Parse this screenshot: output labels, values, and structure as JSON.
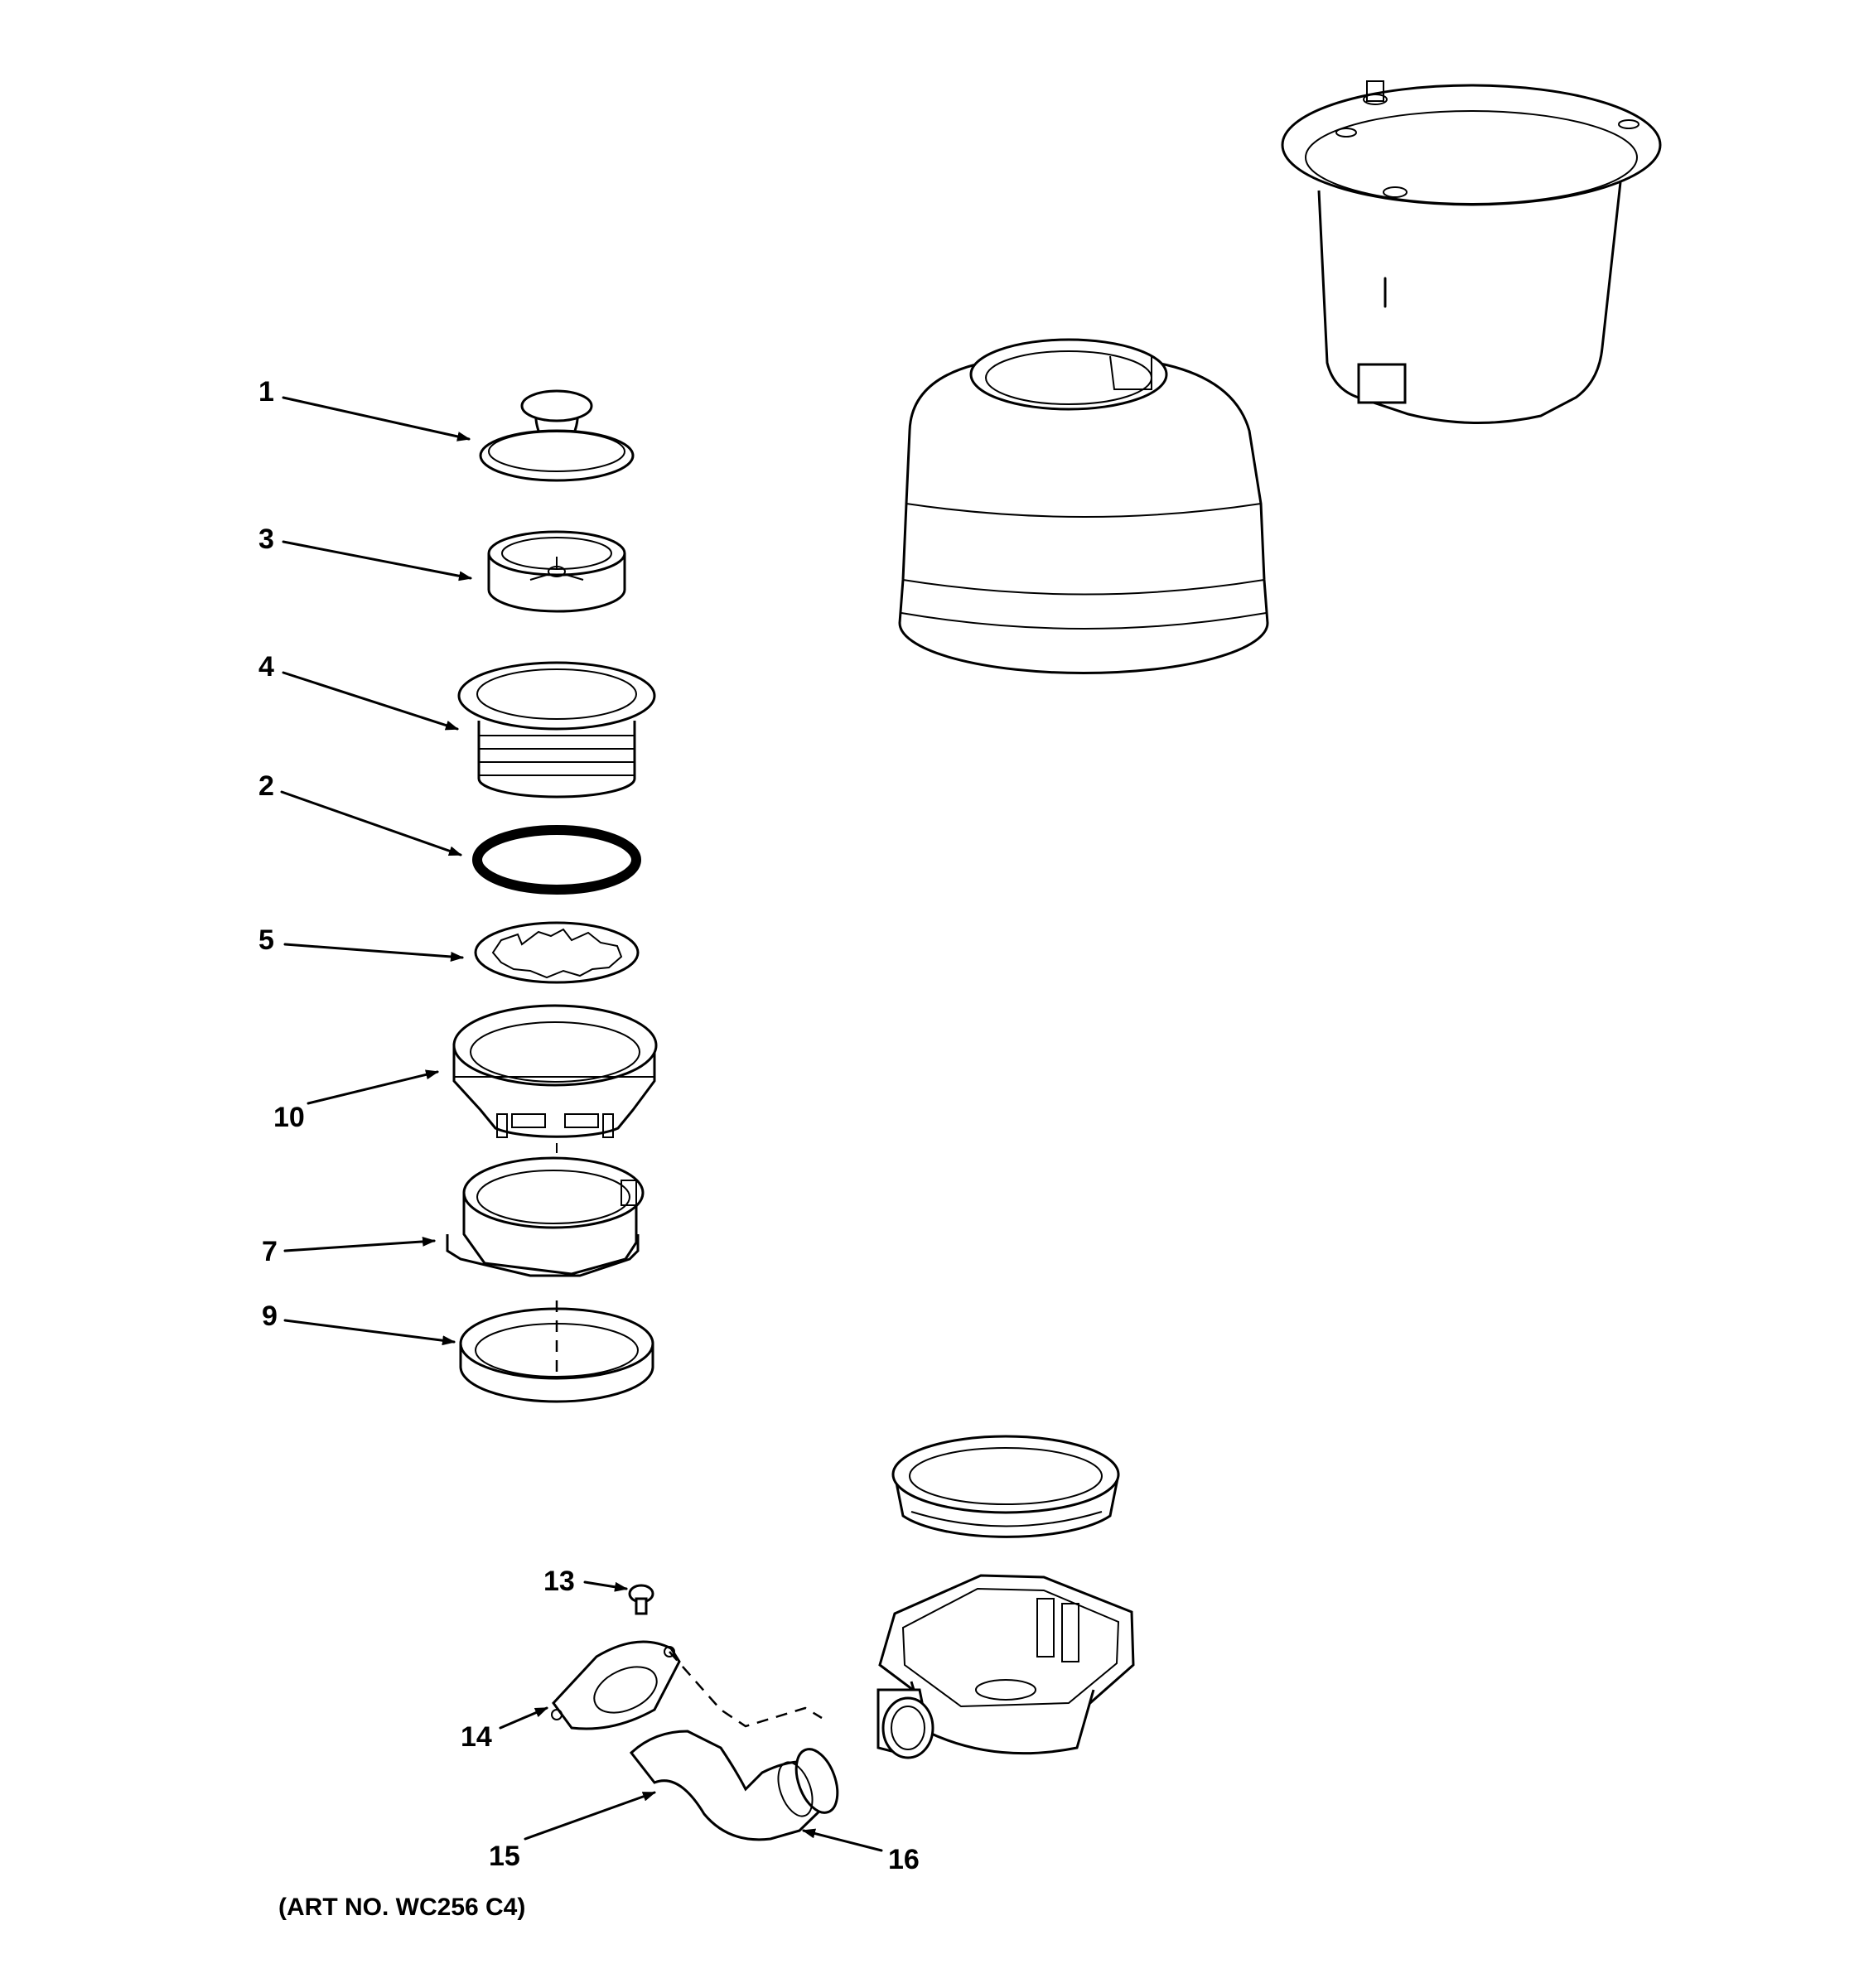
{
  "diagram": {
    "art_number": "(ART NO. WC256 C4)",
    "callouts": [
      {
        "id": "1",
        "label": "1"
      },
      {
        "id": "3",
        "label": "3"
      },
      {
        "id": "4",
        "label": "4"
      },
      {
        "id": "2",
        "label": "2"
      },
      {
        "id": "5",
        "label": "5"
      },
      {
        "id": "10",
        "label": "10"
      },
      {
        "id": "7",
        "label": "7"
      },
      {
        "id": "9",
        "label": "9"
      },
      {
        "id": "13",
        "label": "13"
      },
      {
        "id": "14",
        "label": "14"
      },
      {
        "id": "15",
        "label": "15"
      },
      {
        "id": "16",
        "label": "16"
      }
    ],
    "line_color": "#000000",
    "background": "#ffffff"
  }
}
